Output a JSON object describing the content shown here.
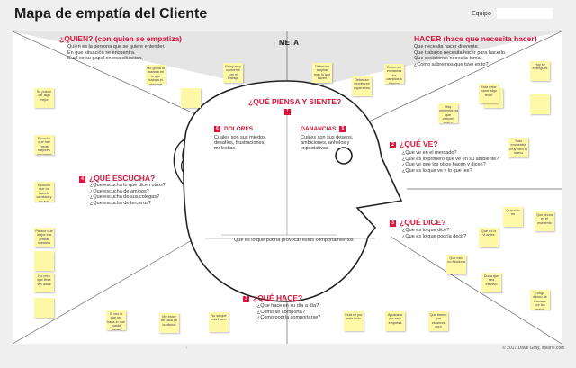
{
  "header": {
    "title": "Mapa de empatía del Cliente",
    "team_label": "Equipo"
  },
  "meta_label": "META",
  "sections": {
    "quien": {
      "title": "¿QUIEN? (con quien se empatiza)",
      "lines": [
        "Quien es la persona que se quiere entender.",
        "En que situación se encuentra.",
        "Cual es su papel en esa situacion."
      ]
    },
    "hacer": {
      "title": "HACER (hace que necesita hacer)",
      "lines": [
        "Que necesita hacer diferente.",
        "Que trabajos necesita hacer para hacerlo.",
        "Que decisiones necesita tomar.",
        "¿Como sabremos que tuvo exito?"
      ]
    },
    "piensa": {
      "number": "1",
      "title": "¿QUÉ PIENSA Y SIENTE?"
    },
    "dolores": {
      "number": "6",
      "title": "DOLORES",
      "lines": [
        "Cuales son sus miedos,",
        "desafíos, frustraciones,",
        "molestias."
      ]
    },
    "ganancias": {
      "number": "5",
      "title": "GANANCIAS",
      "lines": [
        "Cuáles son sus deseos,",
        "ambiciones, anhelos y",
        "expectativas."
      ]
    },
    "ve": {
      "number": "2",
      "title": "¿QUÉ VE?",
      "lines": [
        "¿Que ve en el mercado?",
        "¿Que es lo primero que ve en su ambiente?",
        "¿Que ve que los otros hacen y dicen?",
        "¿Que es lo que ve y lo que lee?"
      ]
    },
    "escucha": {
      "number": "4",
      "title": "¿QUÉ ESCUCHA?",
      "lines": [
        "¿Que escucha lo que dicen otros?",
        "¿Que escucha de amigos?",
        "¿Que escucha de sus colegas?",
        "¿Que escucha de terceros?"
      ]
    },
    "dice": {
      "number": "3",
      "title": "¿QUÉ DICE?",
      "lines": [
        "¿Que es lo que dice?",
        "¿Que es lo que podría decir?"
      ]
    },
    "hace": {
      "number": "3",
      "title": "¿QUÉ HACE?",
      "lines": [
        "¿Que hace en su día a día?",
        "¿Como se comporta?",
        "¿Como podría comportarse?"
      ]
    }
  },
  "mouth_caption": "Que es lo que podría provocar estos comportamientos",
  "stickies": [
    "Me gusta la manera en la que trabaja el personal",
    "Estoy muy conforme con el trabajo",
    "",
    "Deberían ampliar más lo que hacen",
    "Deberían decidir por esperarlos",
    "Deberían enviarnos los cambios a tiempo",
    "",
    "Hay miniempresas que ofrecen más y mejor",
    "Esto debe hacer algo tener",
    "Hoy se entregues",
    "",
    "Todo encuentra muy bien al nuevo cliente",
    "Se puede ver algo mejor",
    "Escucho que hay cosas mejores por hacer",
    "Escucho que ha habido cambios y no son buenos",
    "",
    "Parece que mejor ir a probar nuestros",
    "No creo que lleve tan difícil",
    "",
    "Que sí lo es",
    "Que ahora es el momento",
    "Que esto no funciona",
    "Que no lo vi antes",
    "Duda que sea efectivo",
    "Tengo miedo de fracasar por las malas",
    "Si veo lo que me haga lo que puede hacer",
    "Me estoy de casa en la oficina",
    "No sé qué más hacer",
    "Está sé por este lado",
    "Apostaría por esta empresa",
    "Que bueno que estamos aquí"
  ],
  "footer": {
    "credit": "© 2017 Dave Gray, xplane.com",
    "dot": "."
  }
}
